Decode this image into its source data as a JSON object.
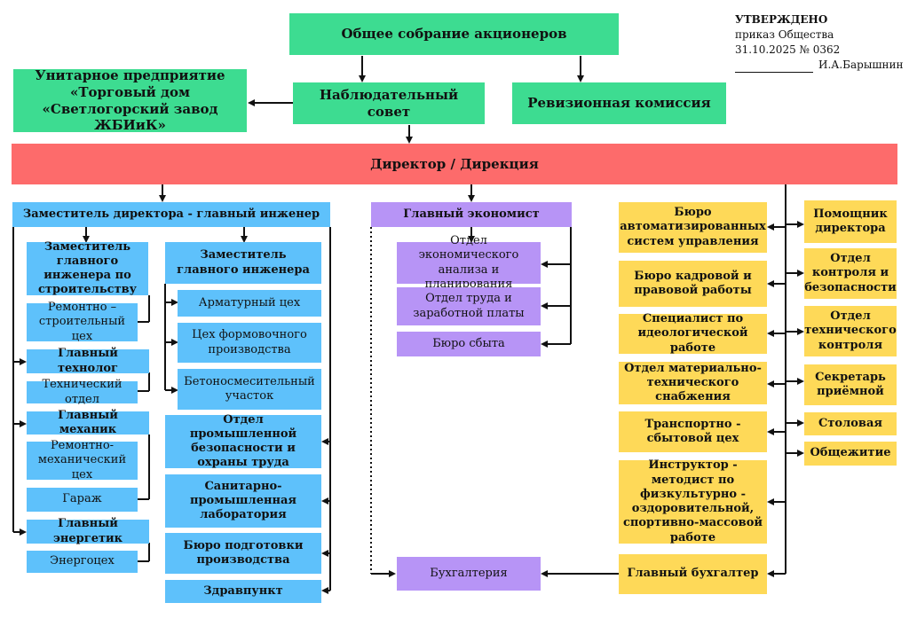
{
  "approval": {
    "title": "УТВЕРЖДЕНО",
    "line1": "приказ Общества",
    "line2": "31.10.2025 № 0362",
    "signer": "И.А.Барышнин"
  },
  "top": {
    "assembly": "Общее собрание акционеров",
    "unitary": "Унитарное предприятие «Торговый дом «Светлогорский завод ЖБИиК»",
    "supervisory": "Наблюдательный совет",
    "audit": "Ревизионная комиссия",
    "director": "Директор / Дирекция"
  },
  "engineer": {
    "head": "Заместитель директора - главный инженер",
    "left": {
      "construction_deputy": "Заместитель главного инженера по строительству",
      "repair_construction_shop": "Ремонтно – строительный цех",
      "chief_technologist": "Главный технолог",
      "technical_department": "Технический отдел",
      "chief_mechanic": "Главный механик",
      "repair_mechanical_shop": "Ремонтно-механический цех",
      "garage": "Гараж",
      "chief_power_engineer": "Главный энергетик",
      "energy_shop": "Энергоцех"
    },
    "right": {
      "deputy": "Заместитель главного инженера",
      "rebar_shop": "Арматурный цех",
      "molding_shop": "Цех формовочного производства",
      "concrete_site": "Бетоносмесительный участок",
      "safety_department": "Отдел промышленной безопасности и охраны труда",
      "sanitary_lab": "Санитарно-промышленная лаборатория",
      "production_prep": "Бюро подготовки производства",
      "health_post": "Здравпункт"
    }
  },
  "economist": {
    "head": "Главный экономист",
    "analysis": "Отдел экономического анализа и планирования",
    "labor_pay": "Отдел труда и заработной платы",
    "sales_bureau": "Бюро сбыта",
    "accounting": "Бухгалтерия"
  },
  "yellow_left": {
    "automation": "Бюро автоматизированных систем управления",
    "hr_legal": "Бюро кадровой и правовой работы",
    "ideology": "Специалист по идеологической работе",
    "supply": "Отдел материально-технического снабжения",
    "transport": "Транспортно - сбытовой цех",
    "instructor": "Инструктор - методист по физкультурно - оздоровительной, спортивно-массовой работе",
    "chief_accountant": "Главный бухгалтер"
  },
  "yellow_right": {
    "assistant": "Помощник директора",
    "control_security": "Отдел контроля и безопасности",
    "tech_control": "Отдел технического контроля",
    "secretary": "Секретарь приёмной",
    "canteen": "Столовая",
    "dormitory": "Общежитие"
  },
  "colors": {
    "green": "#3ddc91",
    "red": "#fd6b6b",
    "blue": "#5ec1fb",
    "purple": "#b794f6",
    "yellow": "#fed958"
  }
}
